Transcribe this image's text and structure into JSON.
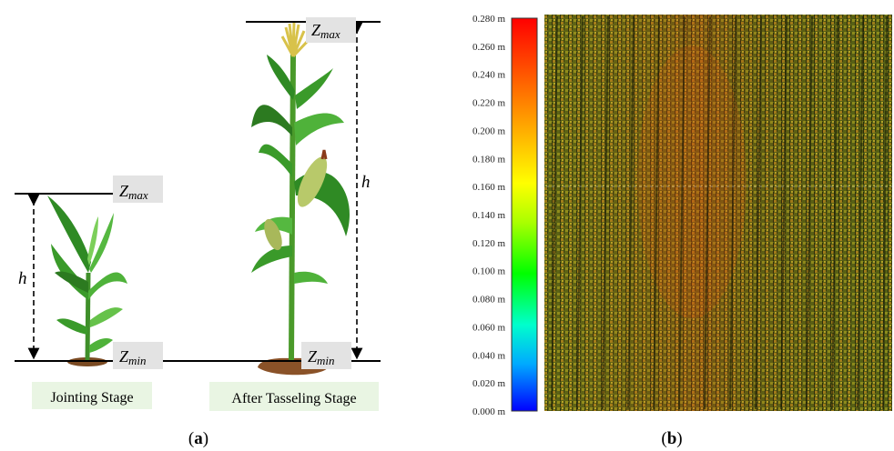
{
  "panel_a": {
    "caption_letter": "a",
    "z_max": "Z",
    "z_max_sub": "max",
    "z_min": "Z",
    "z_min_sub": "min",
    "height_symbol": "h",
    "stage_jointing": "Jointing Stage",
    "stage_tasseling": "After Tasseling Stage"
  },
  "panel_b": {
    "caption_letter": "b",
    "colorbar_ticks": [
      "0.280 m",
      "0.260 m",
      "0.240 m",
      "0.220 m",
      "0.200 m",
      "0.180 m",
      "0.160 m",
      "0.140 m",
      "0.120 m",
      "0.100 m",
      "0.080 m",
      "0.060 m",
      "0.040 m",
      "0.020 m",
      "0.000 m"
    ],
    "colorbar_stops": [
      "#ff0000",
      "#ff7f00",
      "#ffff00",
      "#00ff00",
      "#00ffff",
      "#0000ff"
    ]
  },
  "icons": {
    "plant_small": "maize-plant-jointing-icon",
    "plant_tall": "maize-plant-tasseling-icon",
    "soil": "soil-mound-icon"
  }
}
